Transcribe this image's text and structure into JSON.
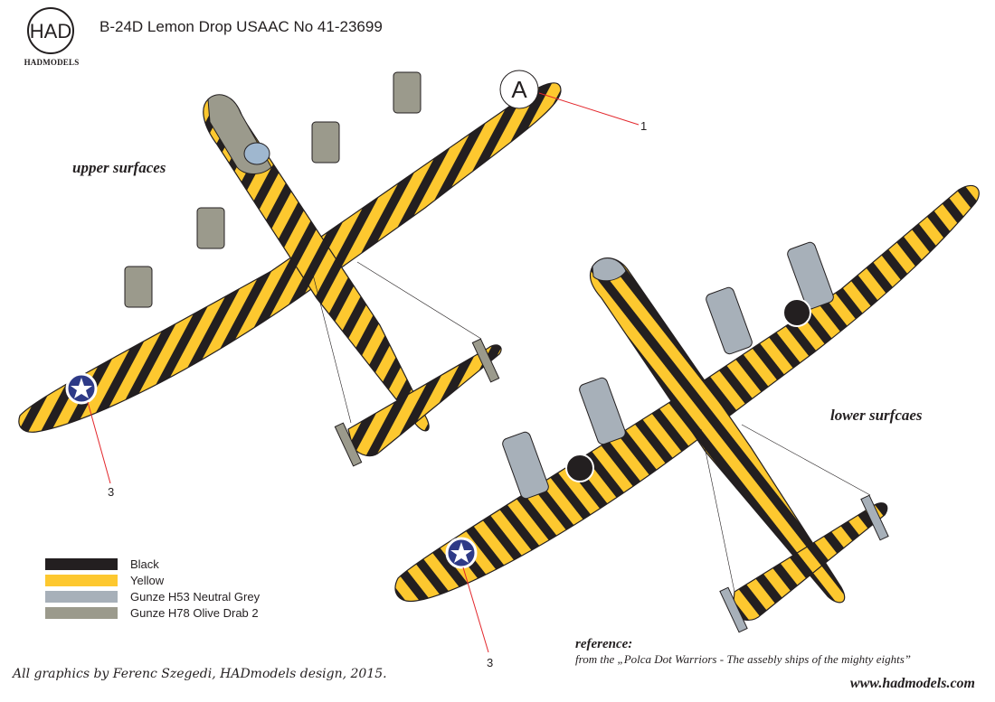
{
  "logo": {
    "badge": "HAD",
    "text": "HADMODELS"
  },
  "title": "B-24D Lemon Drop USAAC No 41-23699",
  "views": {
    "upper": "upper surfaces",
    "lower": "lower surfcaes"
  },
  "callouts": [
    "1",
    "3",
    "3"
  ],
  "insignia_letter": "A",
  "legend": [
    {
      "label": "Black",
      "color": "#231f20"
    },
    {
      "label": "Yellow",
      "color": "#fdc82f"
    },
    {
      "label": "Gunze H53 Neutral Grey",
      "color": "#a7b0b9"
    },
    {
      "label": "Gunze H78 Olive Drab 2",
      "color": "#9b9a8c"
    }
  ],
  "credit": "All graphics by Ferenc Szegedi, HADmodels design, 2015.",
  "reference": {
    "title": "reference:",
    "text": "from the „Polca Dot Warriors - The assebly ships of the mighty eights”"
  },
  "website": "www.hadmodels.com",
  "colors": {
    "yellow": "#fdc82f",
    "black": "#231f20",
    "neutral_grey": "#a7b0b9",
    "olive_drab": "#9b9a8c",
    "insignia_blue": "#2e3a87",
    "leader_red": "#e3262b"
  }
}
